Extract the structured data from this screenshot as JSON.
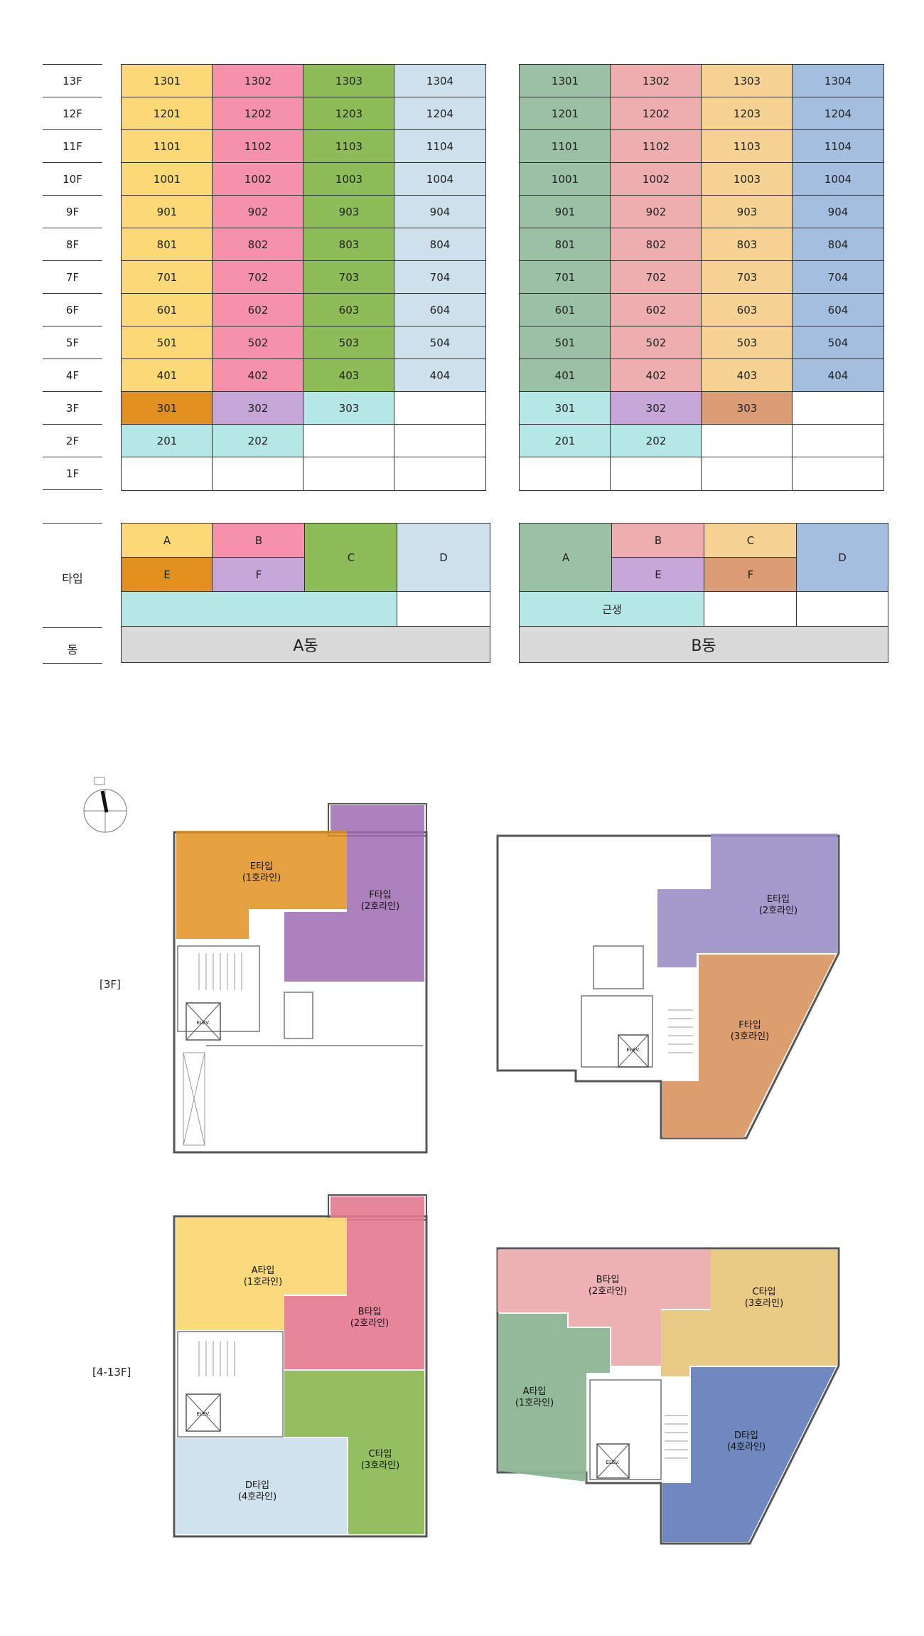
{
  "floors": [
    "13F",
    "12F",
    "11F",
    "10F",
    "9F",
    "8F",
    "7F",
    "6F",
    "5F",
    "4F",
    "3F",
    "2F",
    "1F"
  ],
  "colors": {
    "a_yellow": "#fbd977",
    "a_pink": "#f591ac",
    "a_green": "#8ebc58",
    "a_blue": "#cde0ec",
    "a_orange": "#e0901f",
    "a_purple": "#c6a6d6",
    "teal": "#b4e7e5",
    "b_green": "#9ac1a3",
    "b_pink": "#eeaeb0",
    "b_yellow": "#f5d392",
    "b_blue": "#a4bedf",
    "b_orange": "#d99c75",
    "grey": "#d9d9d9",
    "white": "#ffffff"
  },
  "building_a": {
    "name": "A동",
    "rows": [
      [
        "1301",
        "1302",
        "1303",
        "1304"
      ],
      [
        "1201",
        "1202",
        "1203",
        "1204"
      ],
      [
        "1101",
        "1102",
        "1103",
        "1104"
      ],
      [
        "1001",
        "1002",
        "1003",
        "1004"
      ],
      [
        "901",
        "902",
        "903",
        "904"
      ],
      [
        "801",
        "802",
        "803",
        "804"
      ],
      [
        "701",
        "702",
        "703",
        "704"
      ],
      [
        "601",
        "602",
        "603",
        "604"
      ],
      [
        "501",
        "502",
        "503",
        "504"
      ],
      [
        "401",
        "402",
        "403",
        "404"
      ],
      [
        "301",
        "302",
        "303",
        ""
      ],
      [
        "201",
        "202",
        "",
        ""
      ],
      [
        "",
        "",
        "",
        ""
      ]
    ],
    "types": {
      "a": "A",
      "b": "B",
      "c": "C",
      "d": "D",
      "e": "E",
      "f": "F",
      "commercial": ""
    }
  },
  "building_b": {
    "name": "B동",
    "rows": [
      [
        "1301",
        "1302",
        "1303",
        "1304"
      ],
      [
        "1201",
        "1202",
        "1203",
        "1204"
      ],
      [
        "1101",
        "1102",
        "1103",
        "1104"
      ],
      [
        "1001",
        "1002",
        "1003",
        "1004"
      ],
      [
        "901",
        "902",
        "903",
        "904"
      ],
      [
        "801",
        "802",
        "803",
        "804"
      ],
      [
        "701",
        "702",
        "703",
        "704"
      ],
      [
        "601",
        "602",
        "603",
        "604"
      ],
      [
        "501",
        "502",
        "503",
        "504"
      ],
      [
        "401",
        "402",
        "403",
        "404"
      ],
      [
        "301",
        "302",
        "303",
        ""
      ],
      [
        "201",
        "202",
        "",
        ""
      ],
      [
        "",
        "",
        "",
        ""
      ]
    ],
    "types": {
      "a": "A",
      "b": "B",
      "c": "C",
      "d": "D",
      "e": "E",
      "f": "F",
      "commercial": "근생"
    }
  },
  "legend": {
    "type_label": "타입",
    "building_label": "동"
  },
  "plans": {
    "label_3f": "[3F]",
    "label_4_13f": "[4-13F]",
    "a3": {
      "e_line": [
        "E타입",
        "(1호라인)"
      ],
      "f_line": [
        "F타입",
        "(2호라인)"
      ],
      "elev": "ELEV."
    },
    "b3": {
      "e_line": [
        "E타입",
        "(2호라인)"
      ],
      "f_line": [
        "F타입",
        "(3호라인)"
      ],
      "elev": "ELEV."
    },
    "a4": {
      "a_line": [
        "A타입",
        "(1호라인)"
      ],
      "b_line": [
        "B타입",
        "(2호라인)"
      ],
      "c_line": [
        "C타입",
        "(3호라인)"
      ],
      "d_line": [
        "D타입",
        "(4호라인)"
      ],
      "elev": "ELEV."
    },
    "b4": {
      "a_line": [
        "A타입",
        "(1호라인)"
      ],
      "b_line": [
        "B타입",
        "(2호라인)"
      ],
      "c_line": [
        "C타입",
        "(3호라인)"
      ],
      "d_line": [
        "D타입",
        "(4호라인)"
      ],
      "elev": "ELEV."
    }
  }
}
